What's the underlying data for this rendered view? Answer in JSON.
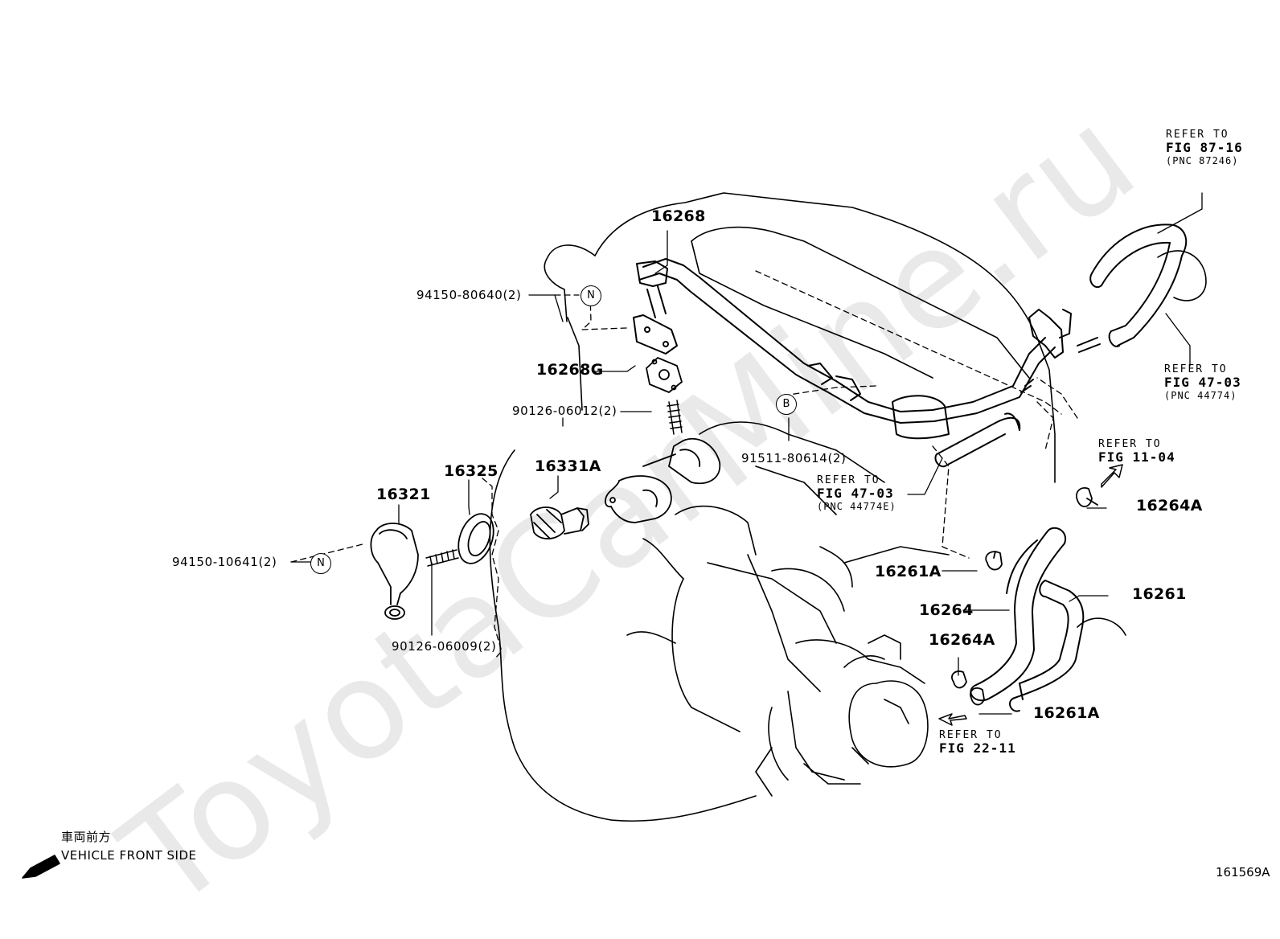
{
  "watermark": "ToyotaCarMine.ru",
  "parts": {
    "p16268": "16268",
    "p94150_80640": "94150-80640(2)",
    "p16268G": "16268G",
    "p90126_06012": "90126-06012(2)",
    "p16325": "16325",
    "p16331A": "16331A",
    "p16321": "16321",
    "p94150_10641": "94150-10641(2)",
    "p90126_06009": "90126-06009(2)",
    "p91511_80614": "91511-80614(2)",
    "p16264A_top": "16264A",
    "p16261A_top": "16261A",
    "p16264": "16264",
    "p16261": "16261",
    "p16264A_bottom": "16264A",
    "p16261A_bottom": "16261A"
  },
  "markers": {
    "n_top": "N",
    "n_left": "N",
    "b": "B"
  },
  "refs": {
    "fig87_16": {
      "line1": "REFER TO",
      "line2": "FIG 87-16",
      "line3": "(PNC 87246)"
    },
    "fig47_03_right": {
      "line1": "REFER TO",
      "line2": "FIG 47-03",
      "line3": "(PNC 44774)"
    },
    "fig11_04": {
      "line1": "REFER TO",
      "line2": "FIG 11-04"
    },
    "fig47_03_mid": {
      "line1": "REFER TO",
      "line2": "FIG 47-03",
      "line3": "(PNC 44774E)"
    },
    "fig22_11": {
      "line1": "REFER TO",
      "line2": "FIG 22-11"
    }
  },
  "front": {
    "japanese": "車両前方",
    "english": "VEHICLE FRONT SIDE"
  },
  "figure_id": "161569A"
}
